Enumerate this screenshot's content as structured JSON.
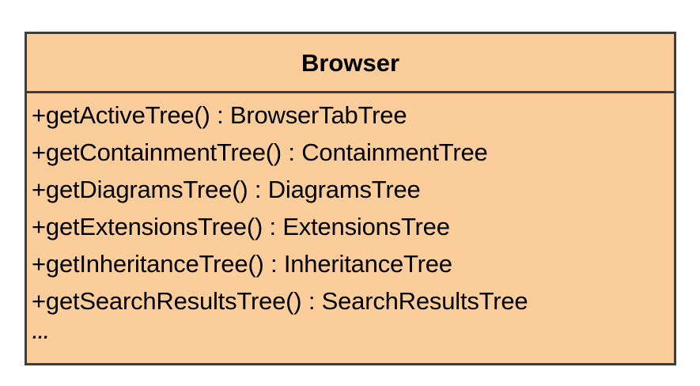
{
  "diagram": {
    "type": "uml-class-diagram",
    "background_color": "#ffffff",
    "class": {
      "name": "Browser",
      "fill_color": "#FBCD9B",
      "border_color": "#3d3d3d",
      "text_color": "#000000",
      "attributes": [],
      "operations": [
        {
          "visibility": "+",
          "signature": "+getActiveTree() : BrowserTabTree",
          "name": "getActiveTree",
          "return_type": "BrowserTabTree"
        },
        {
          "visibility": "+",
          "signature": "+getContainmentTree() : ContainmentTree",
          "name": "getContainmentTree",
          "return_type": "ContainmentTree"
        },
        {
          "visibility": "+",
          "signature": "+getDiagramsTree() : DiagramsTree",
          "name": "getDiagramsTree",
          "return_type": "DiagramsTree"
        },
        {
          "visibility": "+",
          "signature": "+getExtensionsTree() : ExtensionsTree",
          "name": "getExtensionsTree",
          "return_type": "ExtensionsTree"
        },
        {
          "visibility": "+",
          "signature": "+getInheritanceTree() : InheritanceTree",
          "name": "getInheritanceTree",
          "return_type": "InheritanceTree"
        },
        {
          "visibility": "+",
          "signature": "+getSearchResultsTree() : SearchResultsTree",
          "name": "getSearchResultsTree",
          "return_type": "SearchResultsTree"
        }
      ],
      "operations_continuation": "..."
    }
  }
}
